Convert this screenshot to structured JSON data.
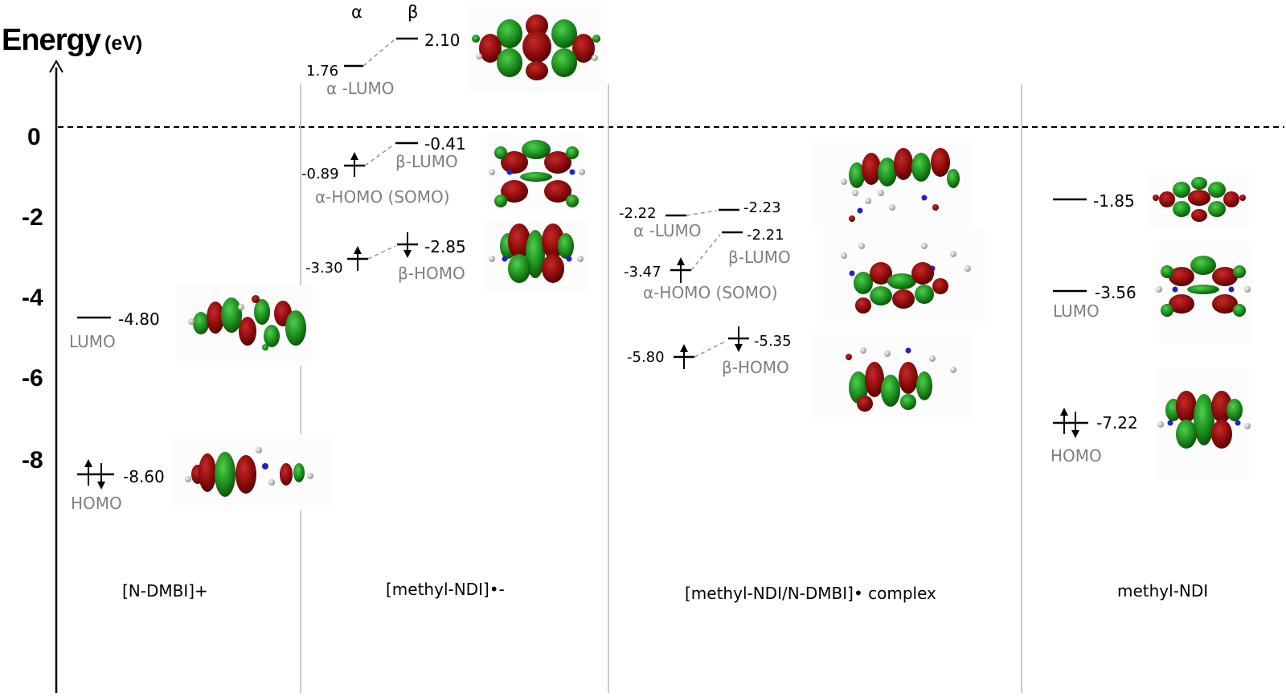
{
  "axis": {
    "title": "Energy",
    "unit": "(eV)",
    "ticks": [
      "0",
      "-2",
      "-4",
      "-6",
      "-8"
    ]
  },
  "spin_headers": {
    "alpha": "α",
    "beta": "β"
  },
  "columns": [
    {
      "name": "[N-DMBI]+",
      "levels": [
        {
          "value": "-4.80",
          "label": "LUMO"
        },
        {
          "value": "-8.60",
          "label": "HOMO"
        }
      ]
    },
    {
      "name": "[methyl-NDI]•-",
      "levels": [
        {
          "value": "1.76",
          "label": "α -LUMO"
        },
        {
          "value": "2.10"
        },
        {
          "value": "-0.89",
          "label": "α-HOMO (SOMO)"
        },
        {
          "value": "-0.41",
          "label": "β-LUMO"
        },
        {
          "value": "-3.30"
        },
        {
          "value": "-2.85",
          "label": "β-HOMO"
        }
      ]
    },
    {
      "name": "[methyl-NDI/N-DMBI]• complex",
      "levels": [
        {
          "value": "-2.22",
          "label": "α -LUMO"
        },
        {
          "value": "-2.23"
        },
        {
          "value": "-2.21",
          "label": "β-LUMO"
        },
        {
          "value": "-3.47",
          "label": "α-HOMO (SOMO)"
        },
        {
          "value": "-5.80"
        },
        {
          "value": "-5.35",
          "label": "β-HOMO"
        }
      ]
    },
    {
      "name": "methyl-NDI",
      "levels": [
        {
          "value": "-1.85"
        },
        {
          "value": "-3.56",
          "label": "LUMO"
        },
        {
          "value": "-7.22",
          "label": "HOMO"
        }
      ]
    }
  ],
  "colors": {
    "lobe_red": "#8b0a0a",
    "lobe_green": "#1a8a1a",
    "separator": "#b8b8b8",
    "label_gray": "#7f7f7f",
    "atom_nitrogen": "#2222cc"
  }
}
